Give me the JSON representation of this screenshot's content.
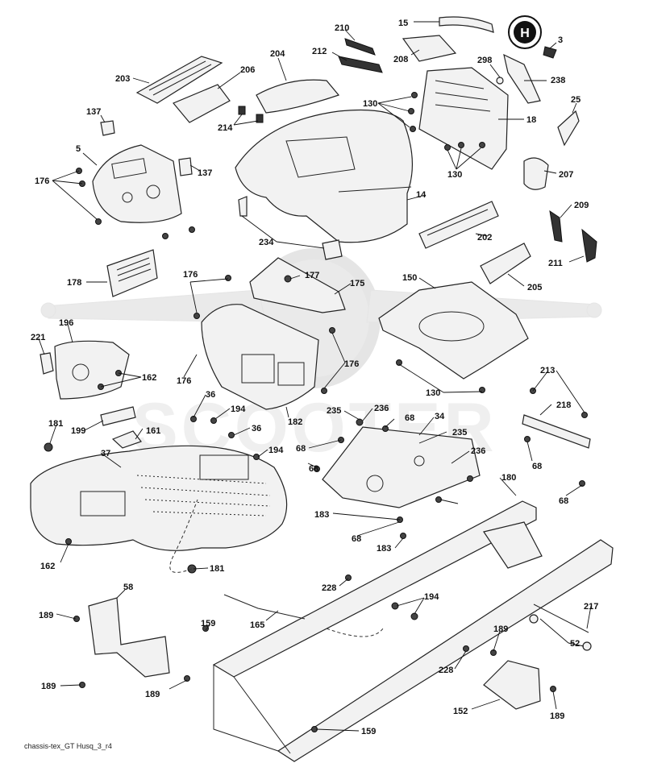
{
  "diagram": {
    "caption": "chassis-tex_GT Husq_3_r4",
    "watermark": "SCOOTER",
    "logo_letter": "H",
    "callouts": [
      {
        "id": "c-15",
        "label": "15"
      },
      {
        "id": "c-210",
        "label": "210"
      },
      {
        "id": "c-3",
        "label": "3"
      },
      {
        "id": "c-212",
        "label": "212"
      },
      {
        "id": "c-208",
        "label": "208"
      },
      {
        "id": "c-204",
        "label": "204"
      },
      {
        "id": "c-206",
        "label": "206"
      },
      {
        "id": "c-298",
        "label": "298"
      },
      {
        "id": "c-203",
        "label": "203"
      },
      {
        "id": "c-238",
        "label": "238"
      },
      {
        "id": "c-130a",
        "label": "130"
      },
      {
        "id": "c-25",
        "label": "25"
      },
      {
        "id": "c-137a",
        "label": "137"
      },
      {
        "id": "c-18",
        "label": "18"
      },
      {
        "id": "c-214",
        "label": "214"
      },
      {
        "id": "c-5",
        "label": "5"
      },
      {
        "id": "c-130b",
        "label": "130"
      },
      {
        "id": "c-207",
        "label": "207"
      },
      {
        "id": "c-137b",
        "label": "137"
      },
      {
        "id": "c-176a",
        "label": "176"
      },
      {
        "id": "c-14",
        "label": "14"
      },
      {
        "id": "c-209",
        "label": "209"
      },
      {
        "id": "c-202",
        "label": "202"
      },
      {
        "id": "c-234",
        "label": "234"
      },
      {
        "id": "c-211",
        "label": "211"
      },
      {
        "id": "c-178",
        "label": "178"
      },
      {
        "id": "c-176b",
        "label": "176"
      },
      {
        "id": "c-177",
        "label": "177"
      },
      {
        "id": "c-205",
        "label": "205"
      },
      {
        "id": "c-175",
        "label": "175"
      },
      {
        "id": "c-150",
        "label": "150"
      },
      {
        "id": "c-196",
        "label": "196"
      },
      {
        "id": "c-221",
        "label": "221"
      },
      {
        "id": "c-176c",
        "label": "176"
      },
      {
        "id": "c-162a",
        "label": "162"
      },
      {
        "id": "c-176d",
        "label": "176"
      },
      {
        "id": "c-130c",
        "label": "130"
      },
      {
        "id": "c-213",
        "label": "213"
      },
      {
        "id": "c-36a",
        "label": "36"
      },
      {
        "id": "c-218",
        "label": "218"
      },
      {
        "id": "c-194a",
        "label": "194"
      },
      {
        "id": "c-235a",
        "label": "235"
      },
      {
        "id": "c-236a",
        "label": "236"
      },
      {
        "id": "c-68a",
        "label": "68"
      },
      {
        "id": "c-34",
        "label": "34"
      },
      {
        "id": "c-199",
        "label": "199"
      },
      {
        "id": "c-182",
        "label": "182"
      },
      {
        "id": "c-181a",
        "label": "181"
      },
      {
        "id": "c-161",
        "label": "161"
      },
      {
        "id": "c-36b",
        "label": "36"
      },
      {
        "id": "c-235b",
        "label": "235"
      },
      {
        "id": "c-68b",
        "label": "68"
      },
      {
        "id": "c-194b",
        "label": "194"
      },
      {
        "id": "c-236b",
        "label": "236"
      },
      {
        "id": "c-37",
        "label": "37"
      },
      {
        "id": "c-68c",
        "label": "68"
      },
      {
        "id": "c-68d",
        "label": "68"
      },
      {
        "id": "c-180",
        "label": "180"
      },
      {
        "id": "c-68e",
        "label": "68"
      },
      {
        "id": "c-183a",
        "label": "183"
      },
      {
        "id": "c-68f",
        "label": "68"
      },
      {
        "id": "c-183b",
        "label": "183"
      },
      {
        "id": "c-162b",
        "label": "162"
      },
      {
        "id": "c-181b",
        "label": "181"
      },
      {
        "id": "c-58",
        "label": "58"
      },
      {
        "id": "c-228a",
        "label": "228"
      },
      {
        "id": "c-194c",
        "label": "194"
      },
      {
        "id": "c-217",
        "label": "217"
      },
      {
        "id": "c-189a",
        "label": "189"
      },
      {
        "id": "c-165",
        "label": "165"
      },
      {
        "id": "c-159a",
        "label": "159"
      },
      {
        "id": "c-52",
        "label": "52"
      },
      {
        "id": "c-189b",
        "label": "189"
      },
      {
        "id": "c-228b",
        "label": "228"
      },
      {
        "id": "c-189c",
        "label": "189"
      },
      {
        "id": "c-189d",
        "label": "189"
      },
      {
        "id": "c-152",
        "label": "152"
      },
      {
        "id": "c-189e",
        "label": "189"
      },
      {
        "id": "c-159b",
        "label": "159"
      }
    ]
  }
}
